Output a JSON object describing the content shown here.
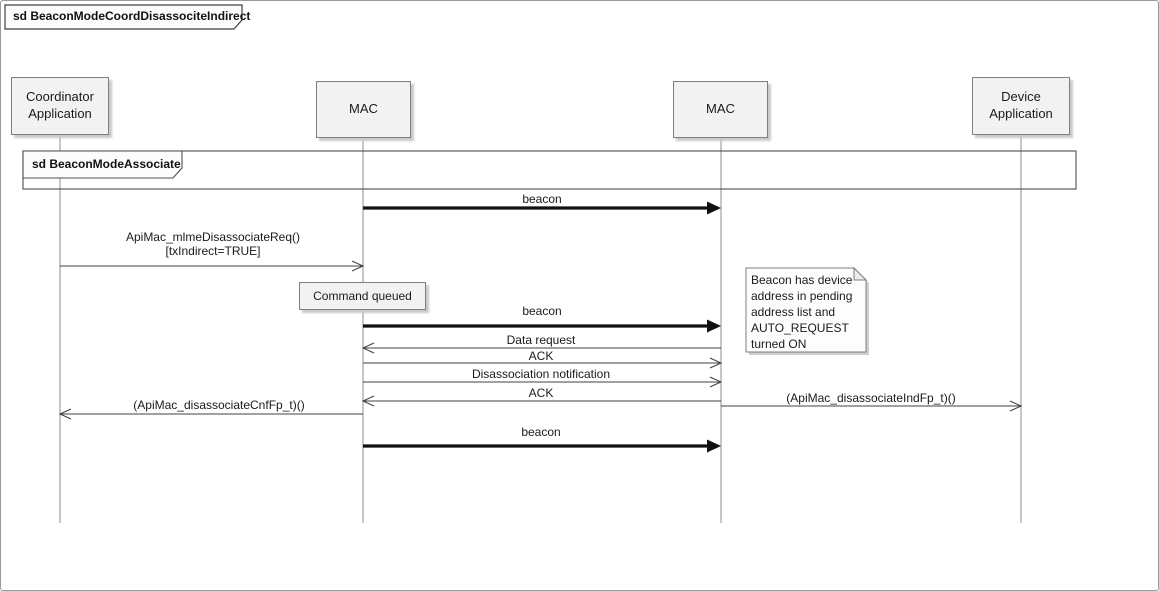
{
  "frame": {
    "title": "sd BeaconModeCoordDisassociteIndirect",
    "inner_frame_label": "sd BeaconModeAssociate"
  },
  "lifelines": [
    {
      "name": "coordinator-application",
      "label": "Coordinator\nApplication"
    },
    {
      "name": "mac-left",
      "label": "MAC"
    },
    {
      "name": "mac-right",
      "label": "MAC"
    },
    {
      "name": "device-application",
      "label": "Device\nApplication"
    }
  ],
  "messages": [
    {
      "label": "beacon",
      "from": "mac-left",
      "to": "mac-right",
      "style": "thick-solid-arrow"
    },
    {
      "label": "ApiMac_mlmeDisassociateReq()\n[txIndirect=TRUE]",
      "from": "coordinator-application",
      "to": "mac-left",
      "style": "thin-open-arrow"
    },
    {
      "label": "beacon",
      "from": "mac-left",
      "to": "mac-right",
      "style": "thick-solid-arrow"
    },
    {
      "label": "Data request",
      "from": "mac-right",
      "to": "mac-left",
      "style": "thin-open-arrow"
    },
    {
      "label": "ACK",
      "from": "mac-left",
      "to": "mac-right",
      "style": "thin-open-arrow"
    },
    {
      "label": "Disassociation notification",
      "from": "mac-left",
      "to": "mac-right",
      "style": "thin-open-arrow"
    },
    {
      "label": "ACK",
      "from": "mac-right",
      "to": "mac-left",
      "style": "thin-open-arrow"
    },
    {
      "label": "(ApiMac_disassociateCnfFp_t)()",
      "from": "mac-left",
      "to": "coordinator-application",
      "style": "thin-open-arrow"
    },
    {
      "label": "(ApiMac_disassociateIndFp_t)()",
      "from": "mac-right",
      "to": "device-application",
      "style": "thin-open-arrow"
    },
    {
      "label": "beacon",
      "from": "mac-left",
      "to": "mac-right",
      "style": "thick-solid-arrow"
    }
  ],
  "action_box": {
    "label": "Command queued"
  },
  "note": {
    "text": "Beacon has device\naddress in pending\naddress list and\nAUTO_REQUEST\nturned ON"
  },
  "colors": {
    "box_fill": "#f2f2f2",
    "box_border": "#7f7f7f",
    "thin_line": "#404040",
    "thick_line": "#111111",
    "lifeline": "#8c8c8c",
    "frame_border": "#4d4d4d",
    "shadow": "#c9c9c9"
  }
}
